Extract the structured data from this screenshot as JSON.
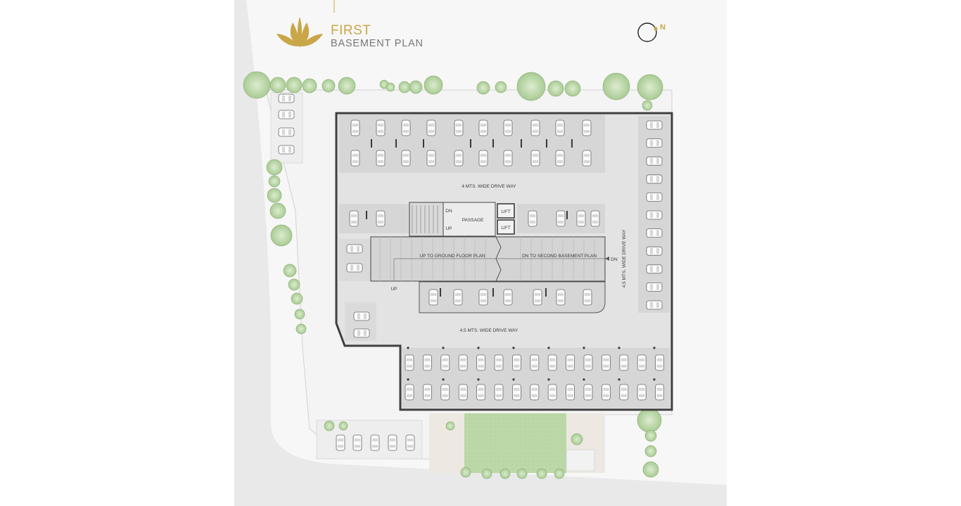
{
  "title": {
    "line1": "FIRST",
    "line2": "BASEMENT PLAN"
  },
  "compass": {
    "label": "N"
  },
  "labels": {
    "drive_top": "4 MTS. WIDE DRIVE WAY",
    "drive_bottom": "4.5 MTS. WIDE DRIVE WAY",
    "drive_right": "4.5 MTS. WIDE DRIVE WAY",
    "passage": "PASSAGE",
    "lift": "LIFT",
    "dn": "DN",
    "up": "UP",
    "ramp_up": "UP TO GROUND FLOOR PLAN",
    "ramp_down": "DN TO SECOND BASEMENT PLAN",
    "ramp_dn_arrow": "DN",
    "ramp_up_arrow": "UP"
  },
  "colors": {
    "gold": "#c9a648",
    "basement_wall": "#404040",
    "floor": "#e2e2e2",
    "landscape_green": "#b9d6a7",
    "road": "#ececec"
  },
  "icons": [
    "lotus-logo-icon",
    "north-compass-icon",
    "car-icon",
    "tree-icon",
    "staircase-icon"
  ]
}
